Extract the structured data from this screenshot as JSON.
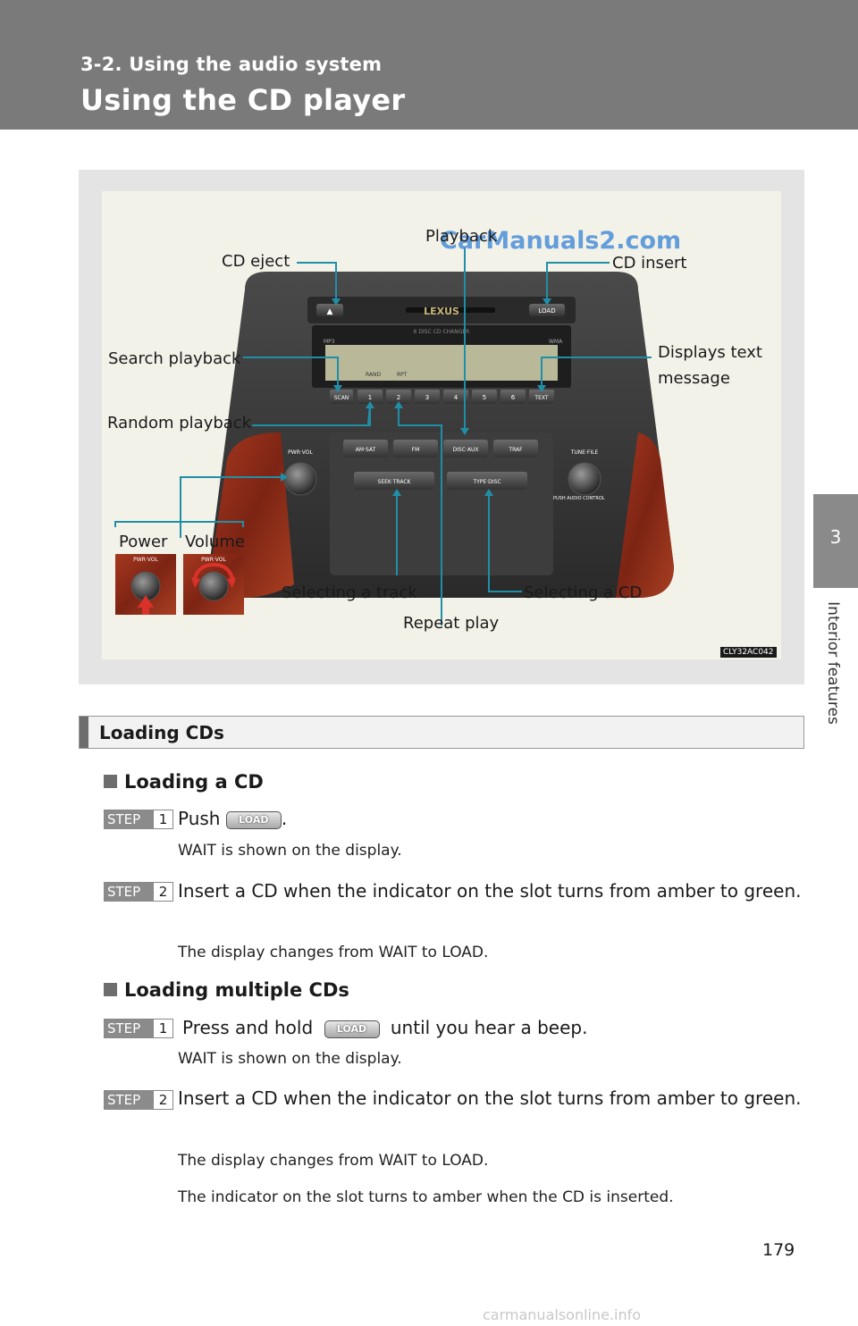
{
  "header": {
    "section": "3-2. Using the audio system",
    "title": "Using the CD player"
  },
  "side_tab": {
    "chapter_number": "3",
    "chapter_name": "Interior features"
  },
  "figure": {
    "watermark": "CarManuals2.com",
    "figure_code": "CLY32AC042",
    "callouts": {
      "playback": "Playback",
      "cd_eject": "CD eject",
      "cd_insert": "CD insert",
      "search_playback": "Search playback",
      "displays_text_message": "Displays text\nmessage",
      "random_playback": "Random playback",
      "power": "Power",
      "volume": "Volume",
      "selecting_a_track": "Selecting a track",
      "selecting_a_cd": "Selecting a CD",
      "repeat_play": "Repeat play"
    },
    "panel_labels": {
      "eject": "▲",
      "load": "LOAD",
      "brand": "LEXUS",
      "changer": "6 DISC CD CHANGER",
      "mp3": "MP3",
      "wma": "WMA",
      "scan": "SCAN",
      "presets": [
        "1",
        "2",
        "3",
        "4",
        "5",
        "6"
      ],
      "text": "TEXT",
      "pwr_vol": "PWR·VOL",
      "am_sat": "AM·SAT",
      "fm": "FM",
      "disc_aux": "DISC·AUX",
      "traf": "TRAF",
      "tune_file": "TUNE·FILE",
      "seek_track": "SEEK·TRACK",
      "type_disc": "TYPE·DISC",
      "push_audio_control": "PUSH\nAUDIO CONTROL",
      "rand": "RAND",
      "rpt": "RPT"
    }
  },
  "section": {
    "title": "Loading CDs"
  },
  "loading_a_cd": {
    "heading": "Loading a CD",
    "steps": [
      {
        "label": "STEP",
        "number": "1",
        "text_before": "Push",
        "button": "LOAD",
        "text_after": ".",
        "note": "WAIT is shown on the display."
      },
      {
        "label": "STEP",
        "number": "2",
        "text": "Insert a CD when the indicator on the slot turns from amber to green.",
        "note": "The display changes from WAIT to LOAD."
      }
    ]
  },
  "loading_multiple": {
    "heading": "Loading multiple CDs",
    "steps": [
      {
        "label": "STEP",
        "number": "1",
        "text_before": "Press and hold",
        "button": "LOAD",
        "text_after": "until you hear a beep.",
        "note": "WAIT is shown on the display."
      },
      {
        "label": "STEP",
        "number": "2",
        "text": "Insert a CD when the indicator on the slot turns from amber to green.",
        "note": "The display changes from WAIT to LOAD.",
        "note2": "The indicator on the slot turns to amber when the CD is inserted."
      }
    ]
  },
  "page_number": "179",
  "footer_watermark": "carmanualsonline.info",
  "colors": {
    "header_bg": "#7a7a7a",
    "callout_line": "#1f8fa8",
    "panel_wood": "#8b2a18",
    "panel_dark": "#3a3a3a",
    "display_lcd": "#b9b99a"
  }
}
